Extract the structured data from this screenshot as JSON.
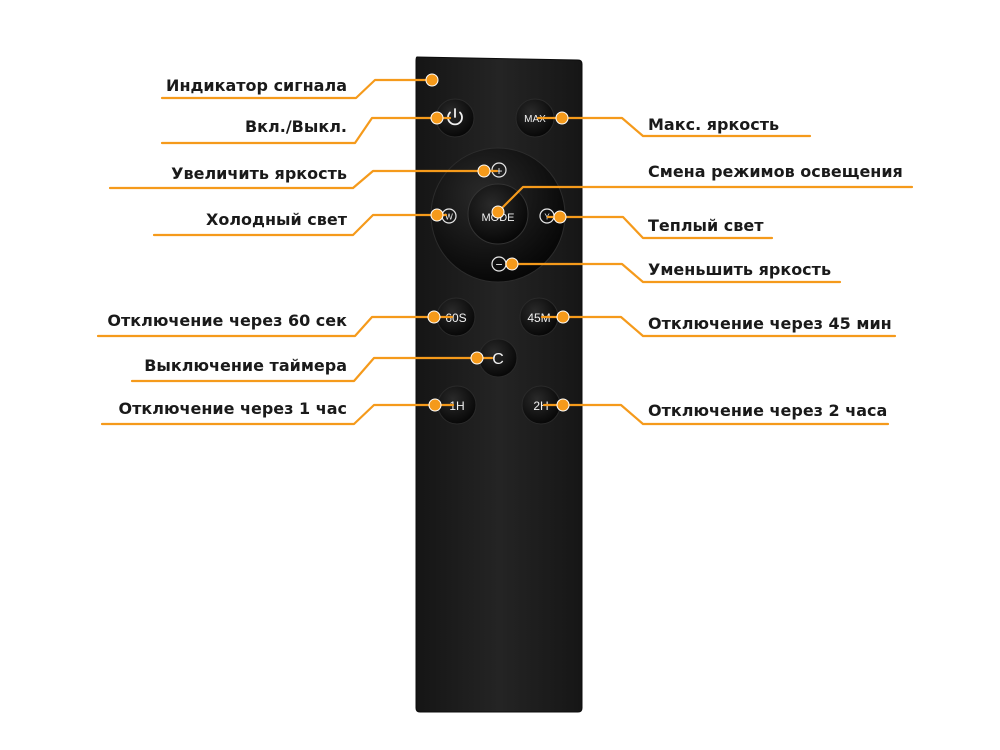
{
  "labels": {
    "signal_indicator": "Индикатор сигнала",
    "power": "Вкл./Выкл.",
    "max_brightness": "Макс. яркость",
    "brightness_up": "Увеличить яркость",
    "mode_switch": "Смена режимов освещения",
    "cold_light": "Холодный свет",
    "warm_light": "Теплый свет",
    "brightness_down": "Уменьшить яркость",
    "off_60s": "Отключение через 60 сек",
    "off_45m": "Отключение через 45 мин",
    "timer_cancel": "Выключение таймера",
    "off_1h": "Отключение через 1 час",
    "off_2h": "Отключение через 2 часа"
  },
  "buttons": {
    "max": "MAX",
    "mode": "MODE",
    "plus": "+",
    "minus": "−",
    "cold": "W",
    "warm": "Y",
    "s60": "60S",
    "m45": "45M",
    "cancel": "C",
    "h1": "1H",
    "h2": "2H"
  },
  "colors": {
    "accent": "#f59a1b",
    "remote_body": "#1c1c1c",
    "button": "#0b0b0b",
    "text": "#1a1a1a"
  }
}
